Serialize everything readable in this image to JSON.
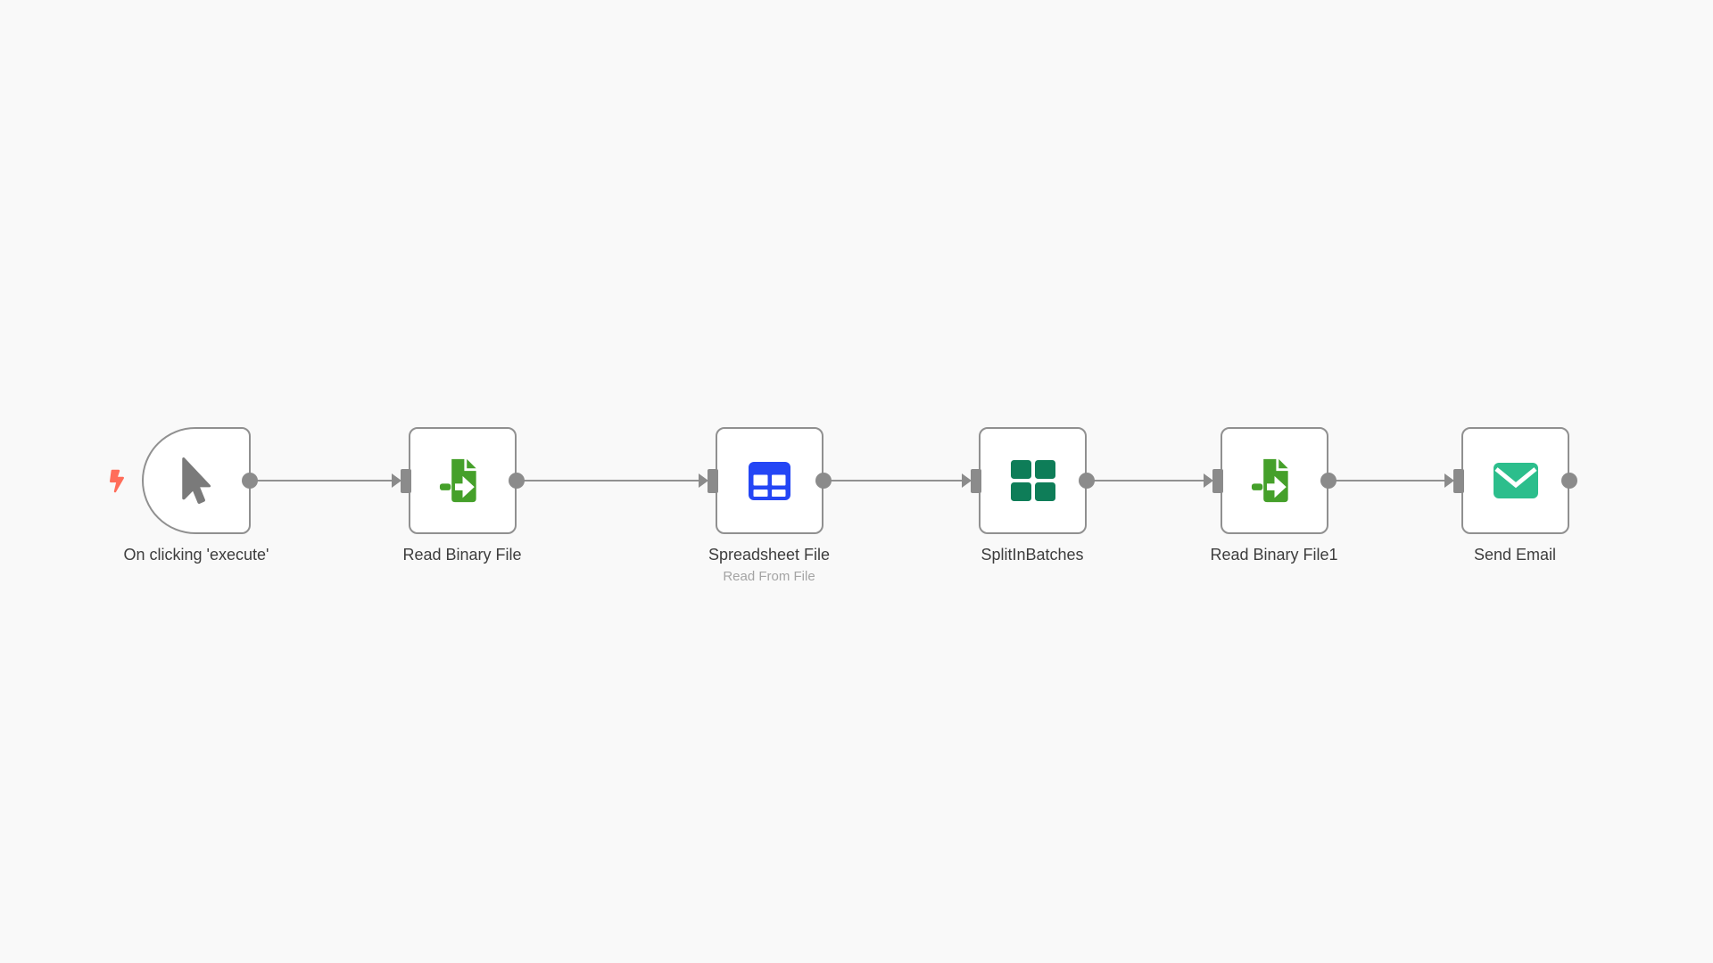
{
  "app": {
    "name": "workflow-editor-canvas"
  },
  "canvas": {
    "background_color": "#f9f9f9",
    "wire_color": "#919191",
    "node_border_color": "#909090",
    "endpoint_color": "#8b8b8b",
    "label_color": "#3d3d3d",
    "subtitle_color": "#a4a4a4"
  },
  "icon_colors": {
    "trigger_bolt_red": "#ff6d5a",
    "cursor_gray": "#7a7a7a",
    "file_import_green": "#45a02a",
    "spreadsheet_blue": "#2446f5",
    "split_batches_green": "#0e7d58",
    "email_teal": "#2cbe8c"
  },
  "nodes": [
    {
      "label": "On clicking 'execute'",
      "icon": "mouse-pointer-icon",
      "type": "trigger"
    },
    {
      "label": "Read Binary File",
      "icon": "file-import-icon",
      "type": "regular"
    },
    {
      "label": "Spreadsheet File",
      "subtitle": "Read From File",
      "icon": "table-icon",
      "type": "regular"
    },
    {
      "label": "SplitInBatches",
      "icon": "grid-icon",
      "type": "regular"
    },
    {
      "label": "Read Binary File1",
      "icon": "file-import-icon",
      "type": "regular"
    },
    {
      "label": "Send Email",
      "icon": "envelope-icon",
      "type": "regular"
    }
  ]
}
